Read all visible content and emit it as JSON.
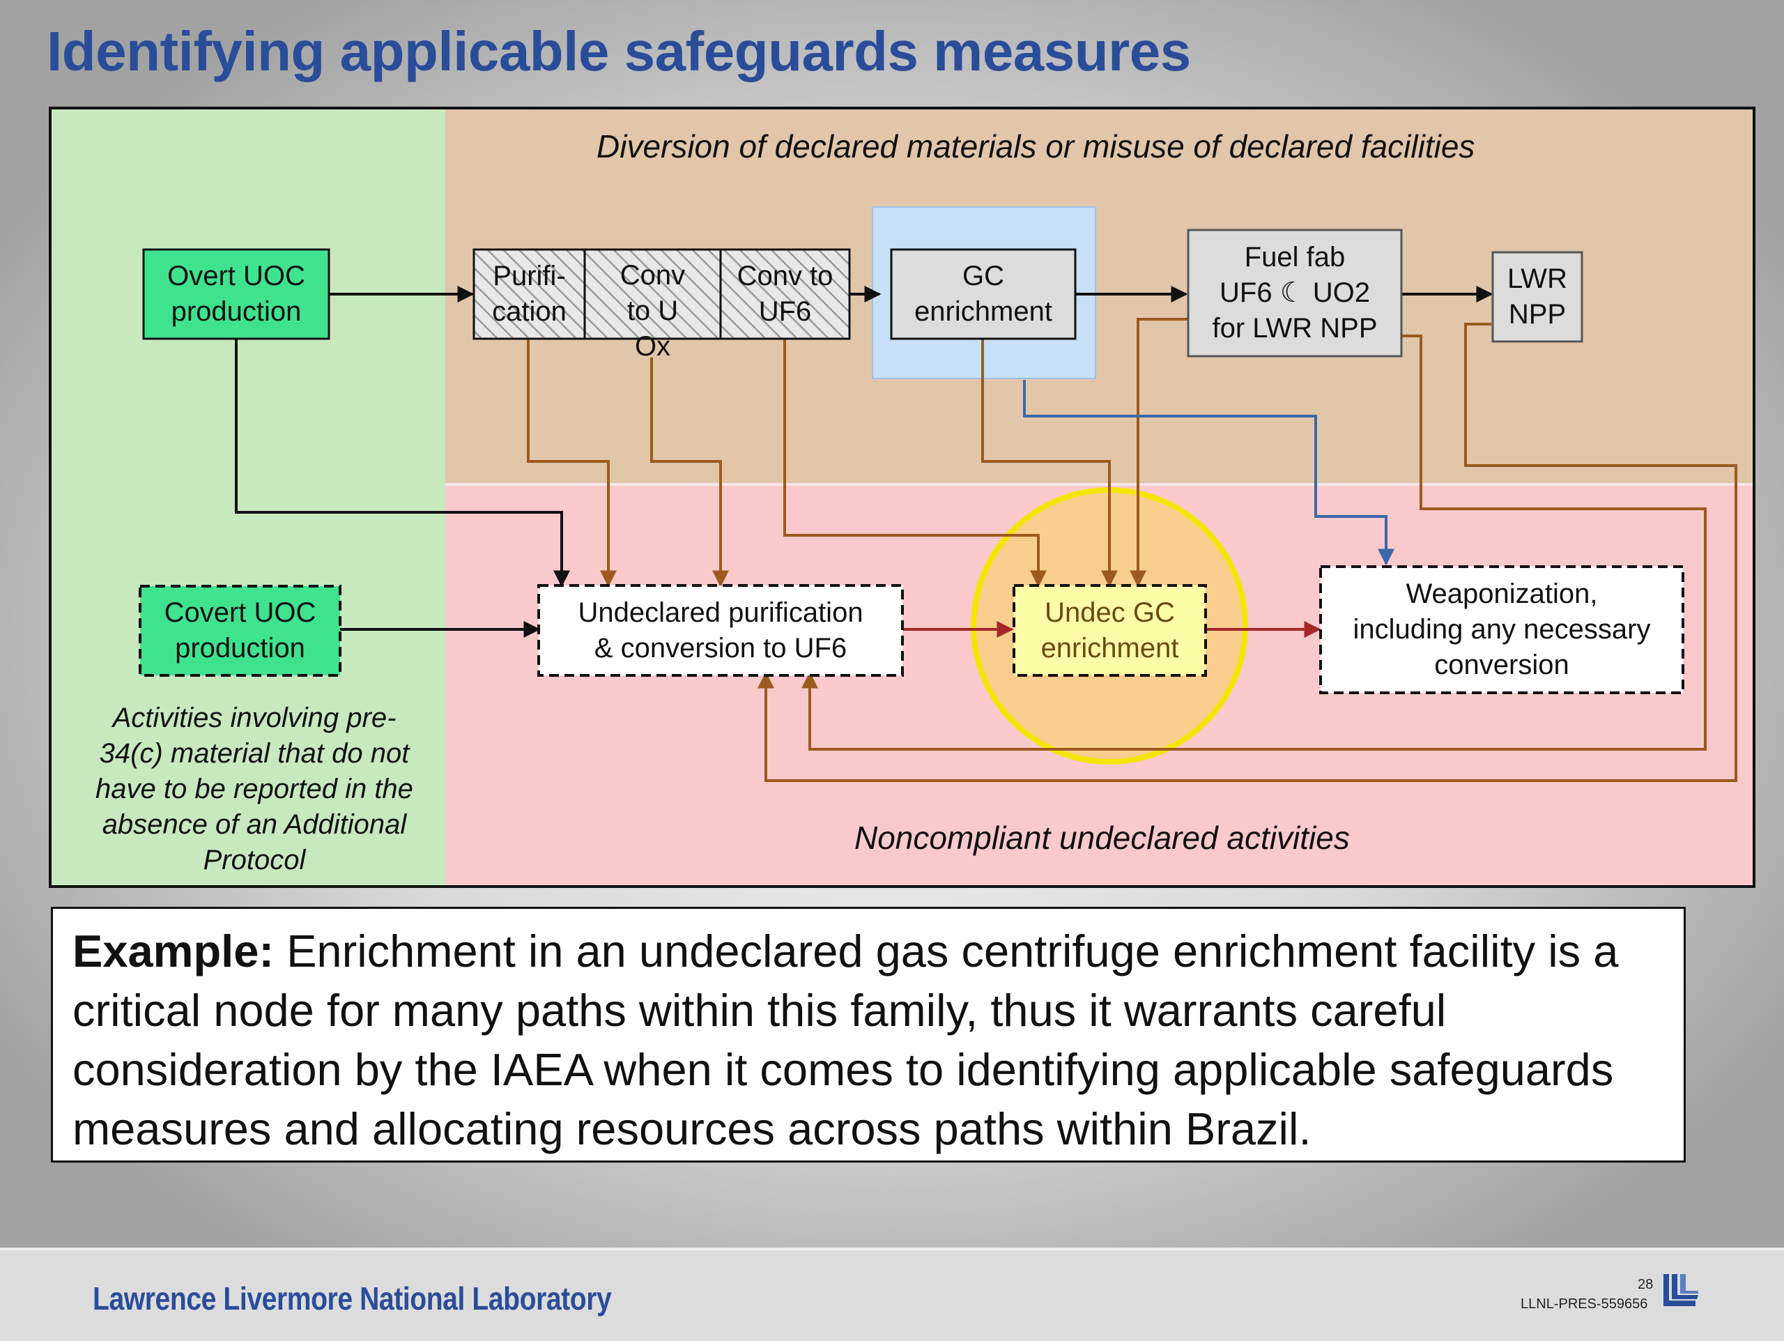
{
  "title": "Identifying applicable safeguards measures",
  "regions": {
    "declared_label": "Diversion of declared materials or misuse of declared facilities",
    "undeclared_label": "Noncompliant undeclared activities",
    "pre34c_note": [
      "Activities involving pre-",
      "34(c) material that do not",
      "have to be reported in the",
      "absence of an Additional",
      "Protocol"
    ]
  },
  "nodes": {
    "overt_uoc": [
      "Overt UOC",
      "production"
    ],
    "covert_uoc": [
      "Covert UOC",
      "production"
    ],
    "purification": [
      "Purifi-",
      "cation"
    ],
    "conv_u_ox": [
      "Conv",
      "to U",
      "Ox"
    ],
    "conv_uf6": [
      "Conv to",
      "UF6"
    ],
    "gc_enrichment": [
      "GC",
      "enrichment"
    ],
    "fuel_fab": [
      "Fuel fab",
      "UF6 ☾ UO2",
      "for LWR NPP"
    ],
    "lwr_npp": [
      "LWR",
      "NPP"
    ],
    "undeclared_purification": [
      "Undeclared purification",
      "& conversion to UF6"
    ],
    "undec_gc": [
      "Undec GC",
      "enrichment"
    ],
    "weaponization": [
      "Weaponization,",
      "including any necessary",
      "conversion"
    ]
  },
  "example": {
    "lead": "Example:",
    "text": " Enrichment in an undeclared gas centrifuge enrichment facility is a critical node for many paths within this family, thus it warrants careful consideration by the IAEA when it comes to identifying applicable safeguards measures and allocating resources across paths within Brazil."
  },
  "footer": {
    "lab": "Lawrence Livermore National Laboratory",
    "page": "28",
    "doc_id": "LLNL-PRES-559656"
  },
  "colors": {
    "title_blue": "#2a4d9a",
    "green_region": "#c8e8c0",
    "tan_region": "#e2c6aa",
    "pink_region": "#f9c9cc",
    "node_green": "#3fe38f",
    "gc_highlight": "#c7e0f8",
    "undec_fill": "#fbfba8",
    "highlight_circle": "#f5e600",
    "arrow_brown": "#9b5b1d",
    "arrow_red": "#a42828",
    "arrow_blue": "#3b68a8"
  },
  "icons": {
    "logo": "llnl-logo-icon"
  }
}
